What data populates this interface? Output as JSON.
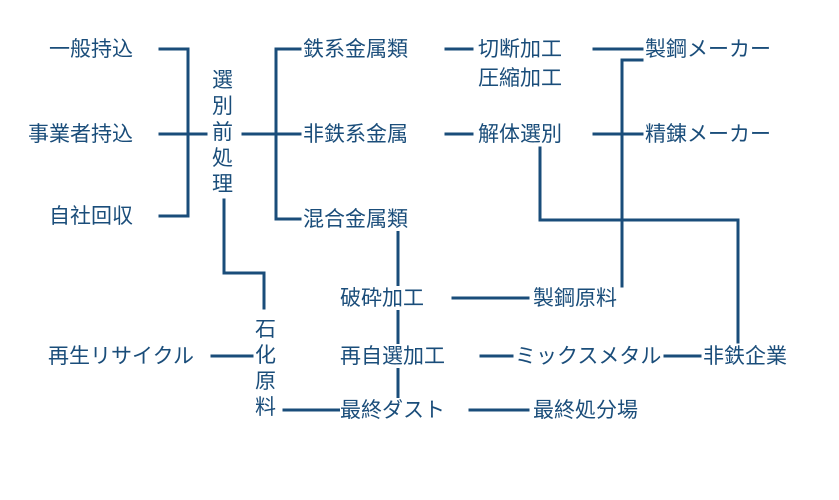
{
  "colors": {
    "line": "#1a4d7a",
    "text": "#1a4d7a",
    "background": "#ffffff"
  },
  "nodes": {
    "ippan_mochikomi": "一般持込",
    "jigyousha_mochikomi": "事業者持込",
    "jisha_kaishu": "自社回収",
    "senbetsu_maeshori": [
      "選",
      "別",
      "前",
      "処",
      "理"
    ],
    "tetsukei_kinzokurui": "鉄系金属類",
    "hitetsukei_kinzoku": "非鉄系金属",
    "kongou_kinzokurui": "混合金属類",
    "setsudan_kakou": "切断加工",
    "asshuku_kakou": "圧縮加工",
    "kaitai_senbetsu": "解体選別",
    "seikou_maker_1": "製鋼メーカー",
    "seiren_maker": "精錬メーカー",
    "hasai_kakou": "破砕加工",
    "seikou_genryou": "製鋼原料",
    "sekka_genryou": [
      "石",
      "化",
      "原",
      "料"
    ],
    "sai_recycle": "再生リサイクル",
    "sai_jisen_kakou": "再自選加工",
    "mix_metal": "ミックスメタル",
    "hitetsu_kigyou": "非鉄企業",
    "saishuu_dust": "最終ダスト",
    "saishuu_shobunjou": "最終処分場"
  }
}
